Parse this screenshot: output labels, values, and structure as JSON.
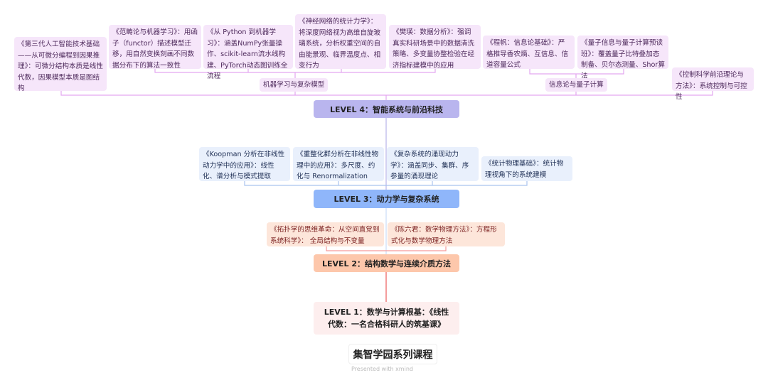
{
  "level4": {
    "title": "LEVEL 4：智能系统与前沿科技",
    "ml_group": "机器学习与复杂模型",
    "info_group": "信息论与量子计算",
    "nodes": [
      "《第三代人工智能技术基础——从可微分编程到因果推理》：可微分结构本质是线性代数，因果模型本质是图结构",
      "《范畴论与机器学习》：用函子（functor）描述模型迁移，用自然变换刻画不同数据分布下的算法一致性",
      "《从 Python 到机器学习》：涵盖NumPy张量操作、scikit-learn流水线构建、PyTorch动态图训练全流程",
      "《神经网络的统计力学》：将深度网络视为高维自旋玻璃系统，分析权重空间的自由能景观、临界温度点、相变行为",
      "《樊瑛：数据分析》：强调真实科研场景中的数据清洗策略、多变量协整检验在经济指标建模中的应用",
      "《程帆：信息论基础》：严格推导香农熵、互信息、信道容量公式",
      "《量子信息与量子计算预读班》：覆盖量子比特叠加态制备、贝尔态测量、Shor算法",
      "《控制科学前沿理论与方法》：系统控制与可控性"
    ]
  },
  "level3": {
    "title": "LEVEL 3：动力学与复杂系统",
    "nodes": [
      "《Koopman 分析在非线性动力学中的应用》：线性化、谱分析与模式提取",
      "《重整化群分析在非线性物理中的应用》：多尺度、约化与 Renormalization",
      "《复杂系统的涌现动力学》：涵盖同步、集群、序参量的涌现理论",
      "《统计物理基础》：统计物理视角下的系统建模"
    ]
  },
  "level2": {
    "title": "LEVEL 2：结构数学与连续介质方法",
    "nodes": [
      "《拓扑学的思维革命：从空间直觉到系统科学》： 全局结构与不变量",
      "《陈六君：数学物理方法》：方程形式化与数学物理方法"
    ]
  },
  "level1": {
    "title": "LEVEL 1：数学与计算根基：《线性代数：一名合格科研人的筑基课》"
  },
  "footer": {
    "title": "集智学园系列课程",
    "presented": "Presented with xmind"
  },
  "colors": {
    "l4": "#b9b5ee",
    "l3": "#8fb6fa",
    "l2": "#fdc7ab",
    "l1": "#fdeeee"
  }
}
